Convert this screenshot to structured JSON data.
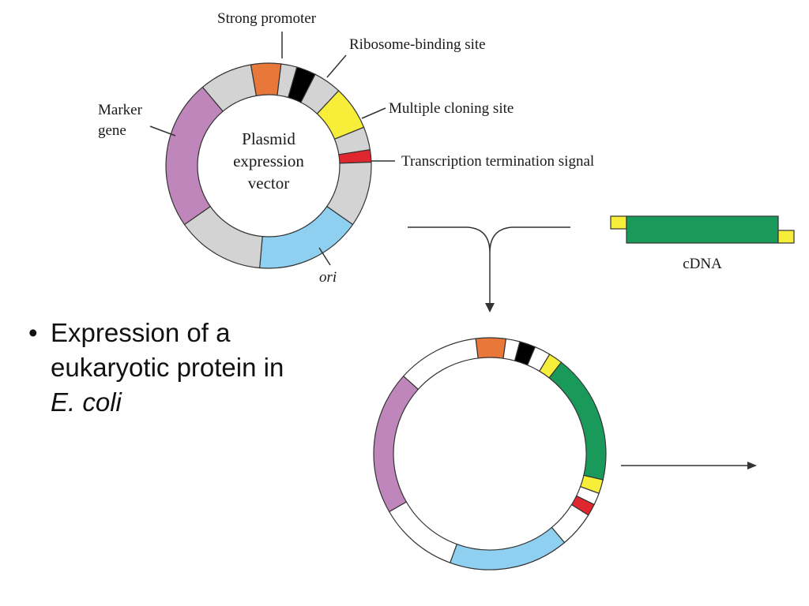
{
  "labels": {
    "strong_promoter": "Strong promoter",
    "ribosome_binding_site": "Ribosome-binding site",
    "multiple_cloning_site": "Multiple cloning site",
    "transcription_termination": "Transcription termination signal",
    "marker_line1": "Marker",
    "marker_line2": "gene",
    "ori": "ori",
    "cdna": "cDNA",
    "plasmid_line1": "Plasmid",
    "plasmid_line2": "expression",
    "plasmid_line3": "vector"
  },
  "bullet": {
    "symbol": "•",
    "line1": "Expression of a",
    "line2": "eukaryotic protein in",
    "italic": "E. coli"
  },
  "colors": {
    "promoter": "#e8773a",
    "rbs": "#000000",
    "mcs": "#f7ee3a",
    "terminator": "#e0262e",
    "marker": "#bf86bb",
    "ori": "#8fd0f0",
    "cdna": "#1a9a5a",
    "vector_fill": "#d3d3d3",
    "empty_fill": "#ffffff",
    "outline": "#333333"
  }
}
